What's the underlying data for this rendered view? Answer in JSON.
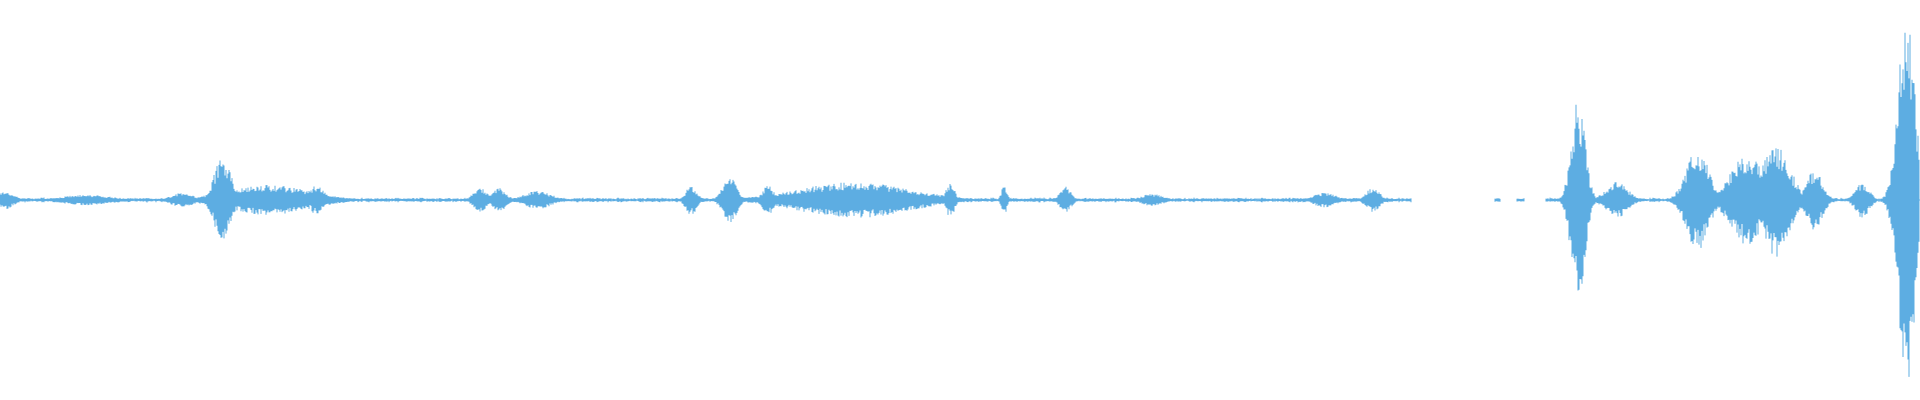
{
  "waveform": {
    "color": "#5dade2",
    "background": "#ffffff",
    "baseline_amplitude": 0.012,
    "gap_ranges": [
      [
        0.735,
        0.778
      ],
      [
        0.782,
        0.79
      ],
      [
        0.794,
        0.805
      ]
    ],
    "bursts": [
      {
        "center": 0.003,
        "width": 0.006,
        "amp": 0.06
      },
      {
        "center": 0.045,
        "width": 0.018,
        "amp": 0.035
      },
      {
        "center": 0.095,
        "width": 0.008,
        "amp": 0.05
      },
      {
        "center": 0.116,
        "width": 0.006,
        "amp": 0.3
      },
      {
        "center": 0.14,
        "width": 0.03,
        "amp": 0.1
      },
      {
        "center": 0.165,
        "width": 0.005,
        "amp": 0.1
      },
      {
        "center": 0.25,
        "width": 0.005,
        "amp": 0.08
      },
      {
        "center": 0.26,
        "width": 0.005,
        "amp": 0.08
      },
      {
        "center": 0.28,
        "width": 0.01,
        "amp": 0.06
      },
      {
        "center": 0.36,
        "width": 0.004,
        "amp": 0.1
      },
      {
        "center": 0.38,
        "width": 0.005,
        "amp": 0.16
      },
      {
        "center": 0.4,
        "width": 0.004,
        "amp": 0.1
      },
      {
        "center": 0.445,
        "width": 0.04,
        "amp": 0.12
      },
      {
        "center": 0.475,
        "width": 0.005,
        "amp": 0.06
      },
      {
        "center": 0.495,
        "width": 0.003,
        "amp": 0.12
      },
      {
        "center": 0.523,
        "width": 0.002,
        "amp": 0.1
      },
      {
        "center": 0.555,
        "width": 0.004,
        "amp": 0.09
      },
      {
        "center": 0.6,
        "width": 0.008,
        "amp": 0.04
      },
      {
        "center": 0.69,
        "width": 0.008,
        "amp": 0.05
      },
      {
        "center": 0.715,
        "width": 0.005,
        "amp": 0.08
      },
      {
        "center": 0.822,
        "width": 0.005,
        "amp": 0.68
      },
      {
        "center": 0.842,
        "width": 0.008,
        "amp": 0.12
      },
      {
        "center": 0.884,
        "width": 0.008,
        "amp": 0.35
      },
      {
        "center": 0.91,
        "width": 0.012,
        "amp": 0.3
      },
      {
        "center": 0.925,
        "width": 0.01,
        "amp": 0.38
      },
      {
        "center": 0.945,
        "width": 0.006,
        "amp": 0.2
      },
      {
        "center": 0.97,
        "width": 0.005,
        "amp": 0.12
      },
      {
        "center": 0.993,
        "width": 0.006,
        "amp": 1.25
      }
    ]
  }
}
